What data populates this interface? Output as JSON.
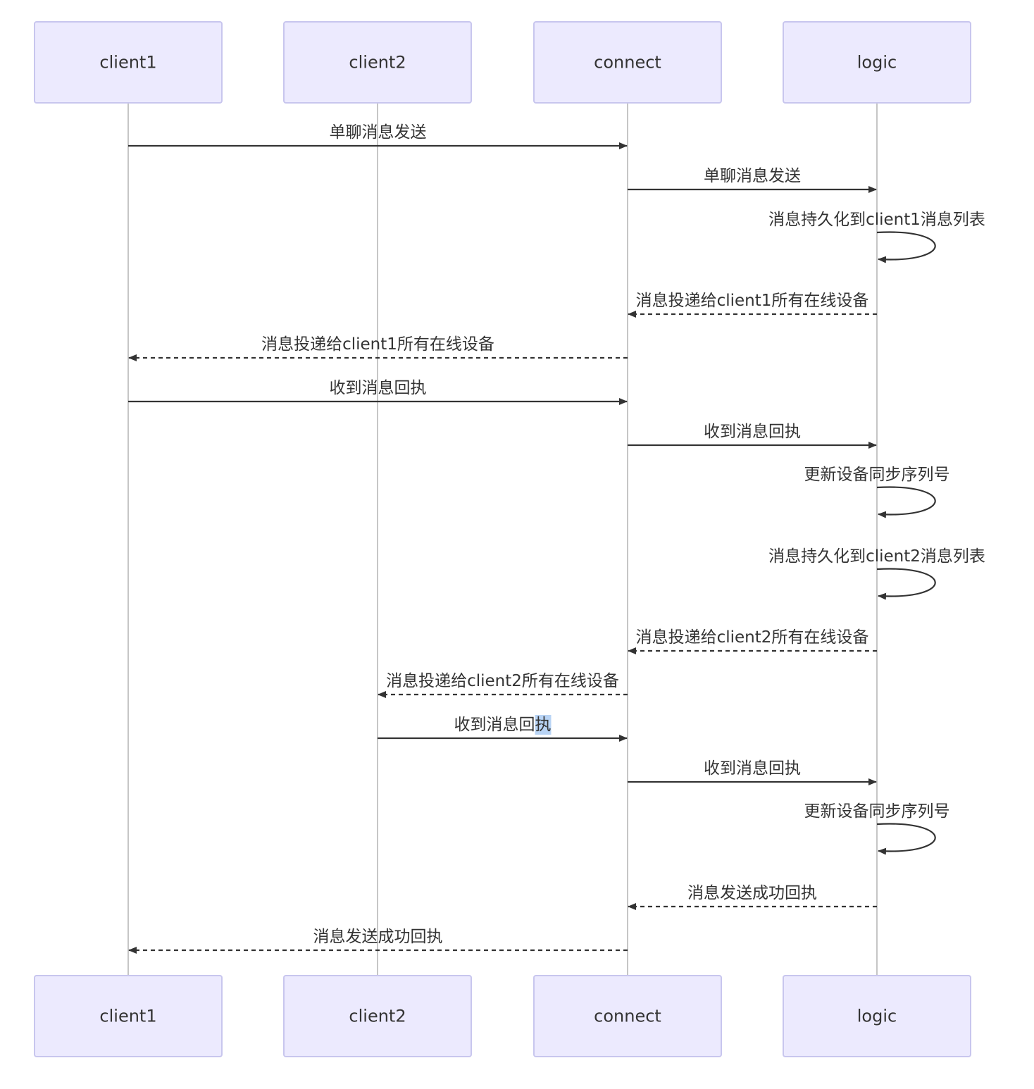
{
  "participants": [
    {
      "id": "client1",
      "label": "client1"
    },
    {
      "id": "client2",
      "label": "client2"
    },
    {
      "id": "connect",
      "label": "connect"
    },
    {
      "id": "logic",
      "label": "logic"
    }
  ],
  "messages": [
    {
      "from": "client1",
      "to": "connect",
      "label": "单聊消息发送",
      "style": "solid"
    },
    {
      "from": "connect",
      "to": "logic",
      "label": "单聊消息发送",
      "style": "solid"
    },
    {
      "from": "logic",
      "to": "logic",
      "label": "消息持久化到client1消息列表",
      "style": "solid"
    },
    {
      "from": "logic",
      "to": "connect",
      "label": "消息投递给client1所有在线设备",
      "style": "dashed"
    },
    {
      "from": "connect",
      "to": "client1",
      "label": "消息投递给client1所有在线设备",
      "style": "dashed"
    },
    {
      "from": "client1",
      "to": "connect",
      "label": "收到消息回执",
      "style": "solid"
    },
    {
      "from": "connect",
      "to": "logic",
      "label": "收到消息回执",
      "style": "solid"
    },
    {
      "from": "logic",
      "to": "logic",
      "label": "更新设备同步序列号",
      "style": "solid"
    },
    {
      "from": "logic",
      "to": "logic",
      "label": "消息持久化到client2消息列表",
      "style": "solid"
    },
    {
      "from": "logic",
      "to": "connect",
      "label": "消息投递给client2所有在线设备",
      "style": "dashed"
    },
    {
      "from": "connect",
      "to": "client2",
      "label": "消息投递给client2所有在线设备",
      "style": "dashed"
    },
    {
      "from": "client2",
      "to": "connect",
      "label": "收到消息回执",
      "style": "solid",
      "highlight_last_char": true
    },
    {
      "from": "connect",
      "to": "logic",
      "label": "收到消息回执",
      "style": "solid"
    },
    {
      "from": "logic",
      "to": "logic",
      "label": "更新设备同步序列号",
      "style": "solid"
    },
    {
      "from": "logic",
      "to": "connect",
      "label": "消息发送成功回执",
      "style": "dashed"
    },
    {
      "from": "connect",
      "to": "client1",
      "label": "消息发送成功回执",
      "style": "dashed"
    }
  ],
  "colors": {
    "actor_fill": "#eceafe",
    "actor_stroke": "#c8c6ee",
    "line": "#333333",
    "lifeline": "#b4b4b4",
    "text_highlight": "#b9d4f5"
  }
}
